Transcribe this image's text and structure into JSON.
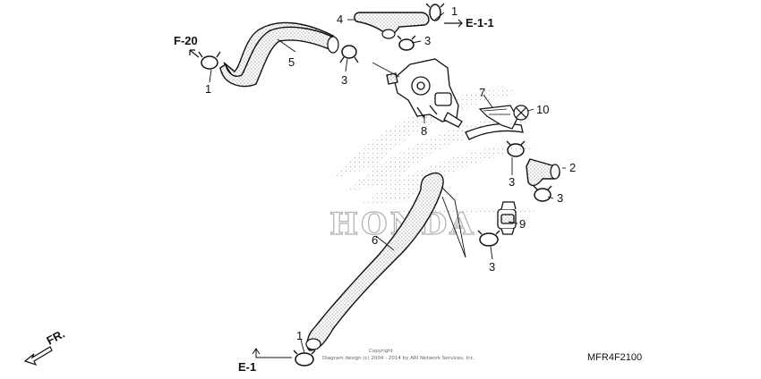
{
  "callouts": {
    "c1a": "1",
    "c1b": "1",
    "c1c": "1",
    "c2": "2",
    "c3a": "3",
    "c3b": "3",
    "c3c": "3",
    "c3d": "3",
    "c3e": "3",
    "c4": "4",
    "c5": "5",
    "c6": "6",
    "c7": "7",
    "c8": "8",
    "c9": "9",
    "c10": "10"
  },
  "references": {
    "f20": "F-20",
    "e11": "E-1-1",
    "e1": "E-1",
    "fr": "FR."
  },
  "watermark": {
    "brand": "HONDA",
    "copyright_line1": "Copyright",
    "copyright_line2": "Diagram design (c) 2004 - 2014 by ARI Network Services, Inc."
  },
  "part_code": "MFR4F2100",
  "colors": {
    "ink": "#111111",
    "watermark": "#b8b8b8"
  }
}
